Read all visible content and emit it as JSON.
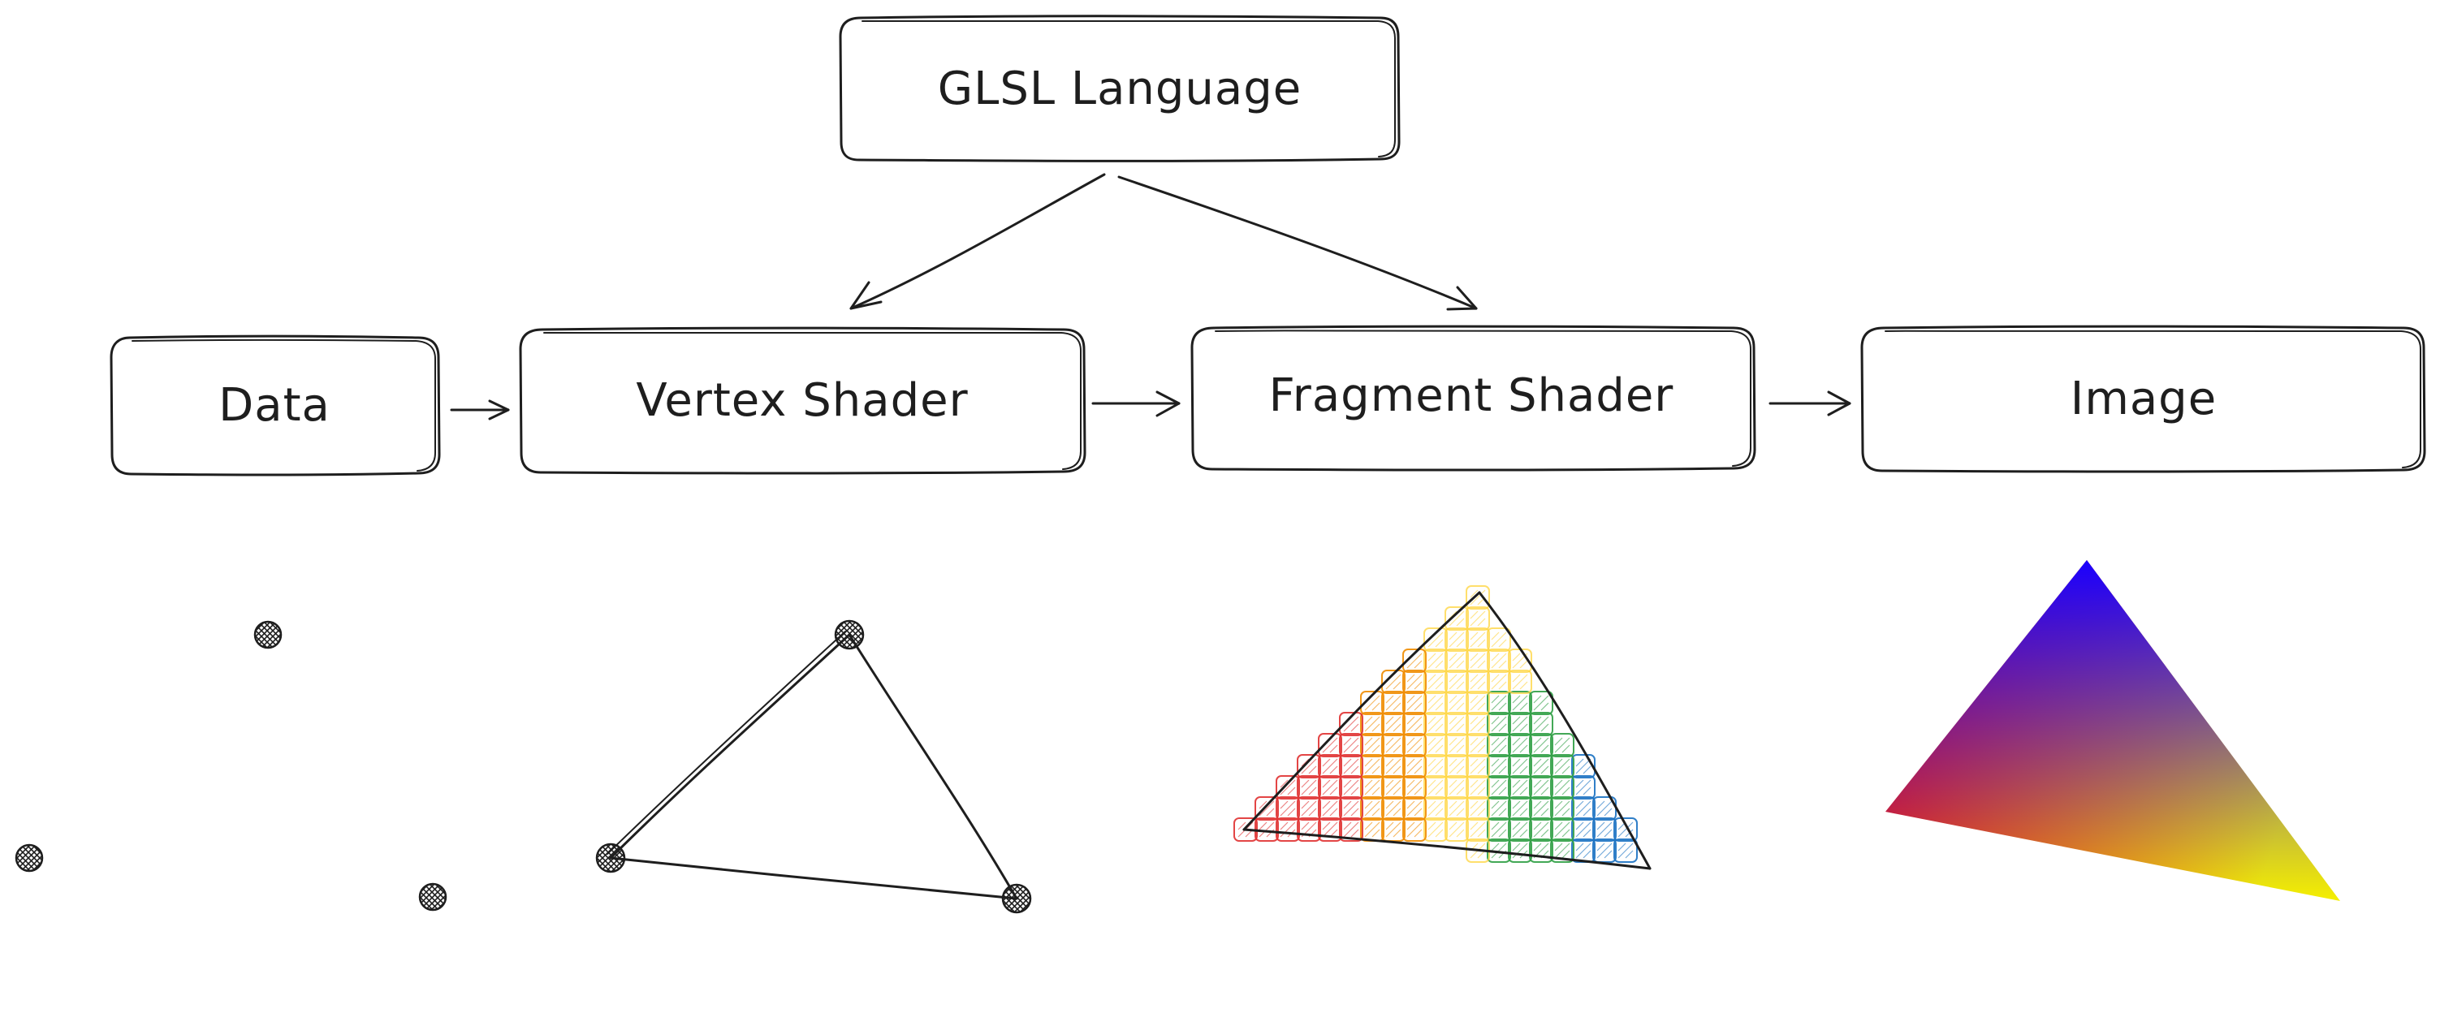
{
  "diagram": {
    "nodes": {
      "glsl": {
        "label": "GLSL Language"
      },
      "data": {
        "label": "Data"
      },
      "vertex": {
        "label": "Vertex Shader"
      },
      "fragment": {
        "label": "Fragment Shader"
      },
      "image": {
        "label": "Image"
      }
    },
    "edges": [
      {
        "from": "glsl",
        "to": "vertex"
      },
      {
        "from": "glsl",
        "to": "fragment"
      },
      {
        "from": "data",
        "to": "vertex"
      },
      {
        "from": "vertex",
        "to": "fragment"
      },
      {
        "from": "fragment",
        "to": "image"
      }
    ],
    "illustrations": {
      "data": {
        "shape": "three-vertex-points"
      },
      "vertex": {
        "shape": "triangle-outline"
      },
      "fragment": {
        "shape": "rasterized-triangle-fragments",
        "colors": [
          "#e03131",
          "#f08c00",
          "#ffd43b",
          "#2f9e44",
          "#1971c2"
        ]
      },
      "image": {
        "shape": "gradient-triangle",
        "colors": [
          "#1a00ff",
          "#ff0000",
          "#f5ef00"
        ]
      }
    }
  }
}
